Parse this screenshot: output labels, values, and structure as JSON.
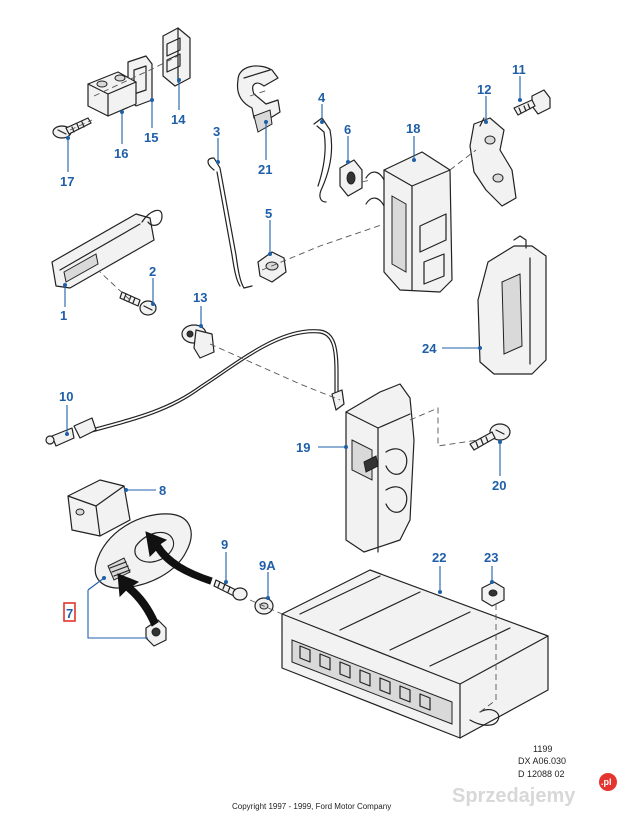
{
  "parts": [
    {
      "id": "p1",
      "label": "1"
    },
    {
      "id": "p2",
      "label": "2"
    },
    {
      "id": "p3",
      "label": "3"
    },
    {
      "id": "p4",
      "label": "4"
    },
    {
      "id": "p5",
      "label": "5"
    },
    {
      "id": "p6",
      "label": "6"
    },
    {
      "id": "p7",
      "label": "7"
    },
    {
      "id": "p8",
      "label": "8"
    },
    {
      "id": "p9",
      "label": "9"
    },
    {
      "id": "p9a",
      "label": "9A"
    },
    {
      "id": "p10",
      "label": "10"
    },
    {
      "id": "p11",
      "label": "11"
    },
    {
      "id": "p12",
      "label": "12"
    },
    {
      "id": "p13",
      "label": "13"
    },
    {
      "id": "p14",
      "label": "14"
    },
    {
      "id": "p15",
      "label": "15"
    },
    {
      "id": "p16",
      "label": "16"
    },
    {
      "id": "p17",
      "label": "17"
    },
    {
      "id": "p18",
      "label": "18"
    },
    {
      "id": "p19",
      "label": "19"
    },
    {
      "id": "p20",
      "label": "20"
    },
    {
      "id": "p21",
      "label": "21"
    },
    {
      "id": "p22",
      "label": "22"
    },
    {
      "id": "p23",
      "label": "23"
    },
    {
      "id": "p24",
      "label": "24"
    }
  ],
  "reference": {
    "line1": "1199",
    "line2": "DX A06.030",
    "line3": "D 12088 02"
  },
  "copyright": "Copyright 1997 - 1999, Ford Motor Company",
  "watermark": {
    "text": "Sprzedajemy",
    "badge": ".pl"
  },
  "colors": {
    "label_blue": "#1f5fa8",
    "highlight_red": "#e3342f",
    "line_dark": "#222222"
  }
}
